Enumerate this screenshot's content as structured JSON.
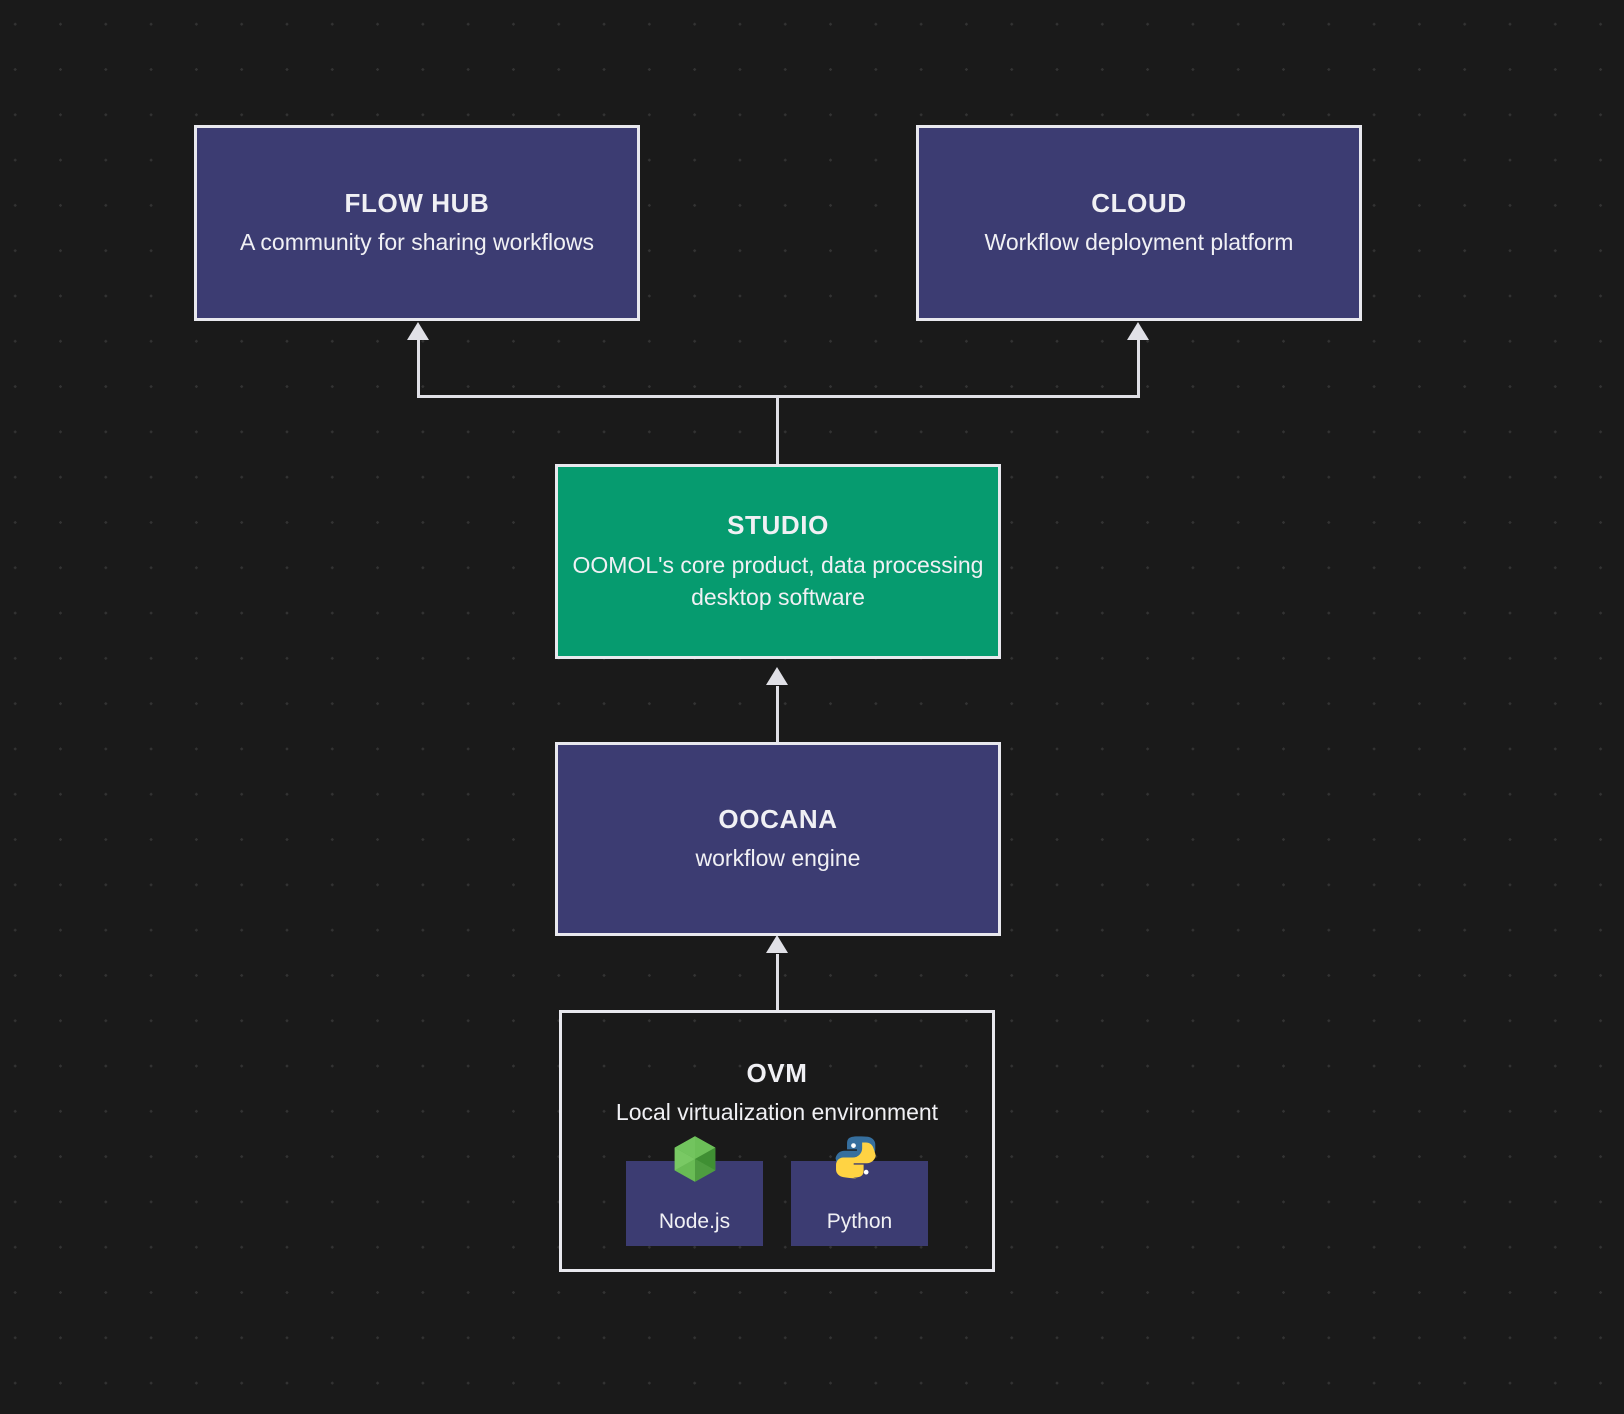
{
  "diagram": {
    "type": "architecture-hierarchy",
    "background_color": "#1a1a1a",
    "grid_dot_color": "#333333",
    "nodes": [
      {
        "id": "flow-hub",
        "title": "FLOW HUB",
        "subtitle": "A community for sharing workflows",
        "fill": "#3c3c72",
        "border": "#e8e8ee"
      },
      {
        "id": "cloud",
        "title": "CLOUD",
        "subtitle": "Workflow deployment platform",
        "fill": "#3c3c72",
        "border": "#e8e8ee"
      },
      {
        "id": "studio",
        "title": "STUDIO",
        "subtitle": "OOMOL's core product, data processing desktop software",
        "fill": "#069b6f",
        "border": "#e8e8ee"
      },
      {
        "id": "oocana",
        "title": "OOCANA",
        "subtitle": "workflow engine",
        "fill": "#3c3c72",
        "border": "#e8e8ee"
      },
      {
        "id": "ovm",
        "title": "OVM",
        "subtitle": "Local virtualization environment",
        "fill": "transparent",
        "border": "#e8e8ee"
      }
    ],
    "runtimes": [
      {
        "id": "nodejs",
        "label": "Node.js",
        "icon": "nodejs-hexagon-icon",
        "fill": "#3c3c72",
        "icon_color": "#539e43"
      },
      {
        "id": "python",
        "label": "Python",
        "icon": "python-logo-icon",
        "fill": "#3c3c72",
        "icon_color_primary": "#366f9e",
        "icon_color_secondary": "#ffd343"
      }
    ],
    "edges": [
      {
        "from": "studio",
        "to": "flow-hub",
        "style": "orthogonal-arrow",
        "color": "#e0e0e6"
      },
      {
        "from": "studio",
        "to": "cloud",
        "style": "orthogonal-arrow",
        "color": "#e0e0e6"
      },
      {
        "from": "oocana",
        "to": "studio",
        "style": "straight-arrow",
        "color": "#e0e0e6"
      },
      {
        "from": "ovm",
        "to": "oocana",
        "style": "straight-arrow",
        "color": "#e0e0e6"
      }
    ]
  }
}
